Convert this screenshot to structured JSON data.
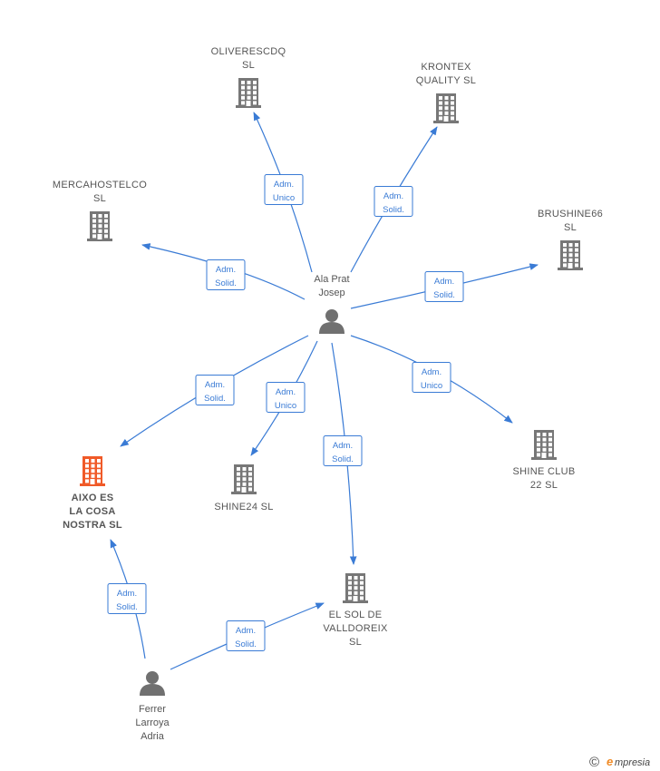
{
  "colors": {
    "edge": "#3a7bd5",
    "building": "#777777",
    "building_focus": "#f05a28",
    "person": "#707070",
    "label": "#555555"
  },
  "people": [
    {
      "id": "ala",
      "lines": [
        "Ala Prat",
        "Josep"
      ]
    },
    {
      "id": "ferrer",
      "lines": [
        "Ferrer",
        "Larroya",
        "Adria"
      ]
    }
  ],
  "companies": [
    {
      "id": "oliverescdq",
      "lines": [
        "OLIVERESCDQ",
        "SL"
      ],
      "focus": false
    },
    {
      "id": "krontex",
      "lines": [
        "KRONTEX",
        "QUALITY SL"
      ],
      "focus": false
    },
    {
      "id": "mercahostelco",
      "lines": [
        "MERCAHOSTELCO",
        "SL"
      ],
      "focus": false
    },
    {
      "id": "brushine66",
      "lines": [
        "BRUSHINE66",
        "SL"
      ],
      "focus": false
    },
    {
      "id": "aixo",
      "lines": [
        "AIXO ES",
        "LA COSA",
        "NOSTRA  SL"
      ],
      "focus": true
    },
    {
      "id": "shine24",
      "lines": [
        "SHINE24  SL"
      ],
      "focus": false
    },
    {
      "id": "shineclub",
      "lines": [
        "SHINE CLUB",
        "22  SL"
      ],
      "focus": false
    },
    {
      "id": "elsol",
      "lines": [
        "EL SOL DE",
        "VALLDOREIX",
        "SL"
      ],
      "focus": false
    }
  ],
  "edges": [
    {
      "from": "ala",
      "to": "oliverescdq",
      "role": [
        "Adm.",
        "Unico"
      ]
    },
    {
      "from": "ala",
      "to": "krontex",
      "role": [
        "Adm.",
        "Solid."
      ]
    },
    {
      "from": "ala",
      "to": "mercahostelco",
      "role": [
        "Adm.",
        "Solid."
      ]
    },
    {
      "from": "ala",
      "to": "brushine66",
      "role": [
        "Adm.",
        "Solid."
      ]
    },
    {
      "from": "ala",
      "to": "aixo",
      "role": [
        "Adm.",
        "Solid."
      ]
    },
    {
      "from": "ala",
      "to": "shine24",
      "role": [
        "Adm.",
        "Unico"
      ]
    },
    {
      "from": "ala",
      "to": "elsol",
      "role": [
        "Adm.",
        "Solid."
      ]
    },
    {
      "from": "ala",
      "to": "shineclub",
      "role": [
        "Adm.",
        "Unico"
      ]
    },
    {
      "from": "ferrer",
      "to": "aixo",
      "role": [
        "Adm.",
        "Solid."
      ]
    },
    {
      "from": "ferrer",
      "to": "elsol",
      "role": [
        "Adm.",
        "Solid."
      ]
    }
  ],
  "footer": {
    "copyright": "©",
    "brand_initial": "e",
    "brand_rest": "mpresia"
  }
}
